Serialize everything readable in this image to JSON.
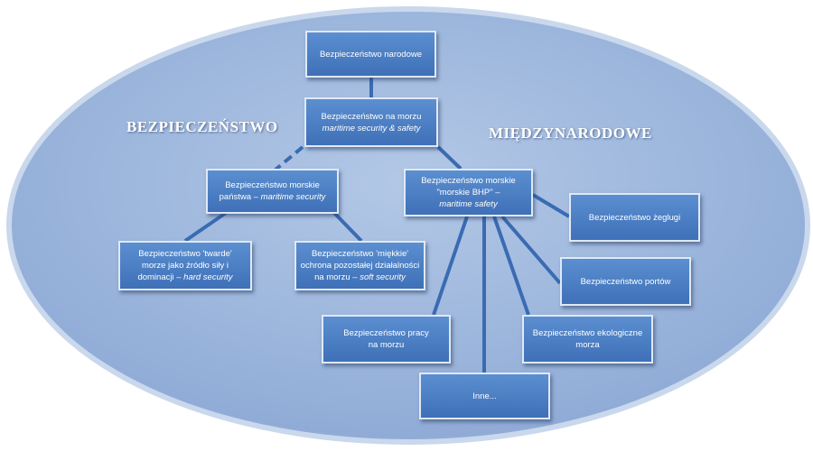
{
  "labels": {
    "left": "BEZPIECZEŃSTWO",
    "right": "MIĘDZYNARODOWE"
  },
  "nodes": {
    "narodowe": {
      "line1": "Bezpieczeństwo narodowe"
    },
    "na_morzu": {
      "line1": "Bezpieczeństwo na morzu",
      "line2": "maritime security & safety"
    },
    "panstwa": {
      "line1": "Bezpieczeństwo morskie",
      "line2_prefix": "państwa – ",
      "line2_italic": "maritime security"
    },
    "bhp": {
      "line1": "Bezpieczeństwo morskie",
      "line2": "\"morskie BHP\" –",
      "line3": "maritime safety"
    },
    "twarde": {
      "line1": "Bezpieczeństwo 'twarde'",
      "line2": "morze jako źródło siły i",
      "line3_prefix": "dominacji – ",
      "line3_italic": "hard security"
    },
    "miekkie": {
      "line1": "Bezpieczeństwo 'miękkie'",
      "line2": "ochrona pozostałej działalności",
      "line3_prefix": "na morzu – ",
      "line3_italic": "soft security"
    },
    "zeglugi": {
      "line1": "Bezpieczeństwo żeglugi"
    },
    "portow": {
      "line1": "Bezpieczeństwo portów"
    },
    "pracy": {
      "line1": "Bezpieczeństwo pracy",
      "line2": "na morzu"
    },
    "ekologiczne": {
      "line1": "Bezpieczeństwo ekologiczne",
      "line2": "morza"
    },
    "inne": {
      "line1": "Inne..."
    }
  },
  "colors": {
    "ellipse_fill": "#9fb8db",
    "ellipse_border": "#c5d5ea",
    "box_fill": "#4a7cc4",
    "connector": "#3a6bb3",
    "label_text": "#ffffff"
  }
}
